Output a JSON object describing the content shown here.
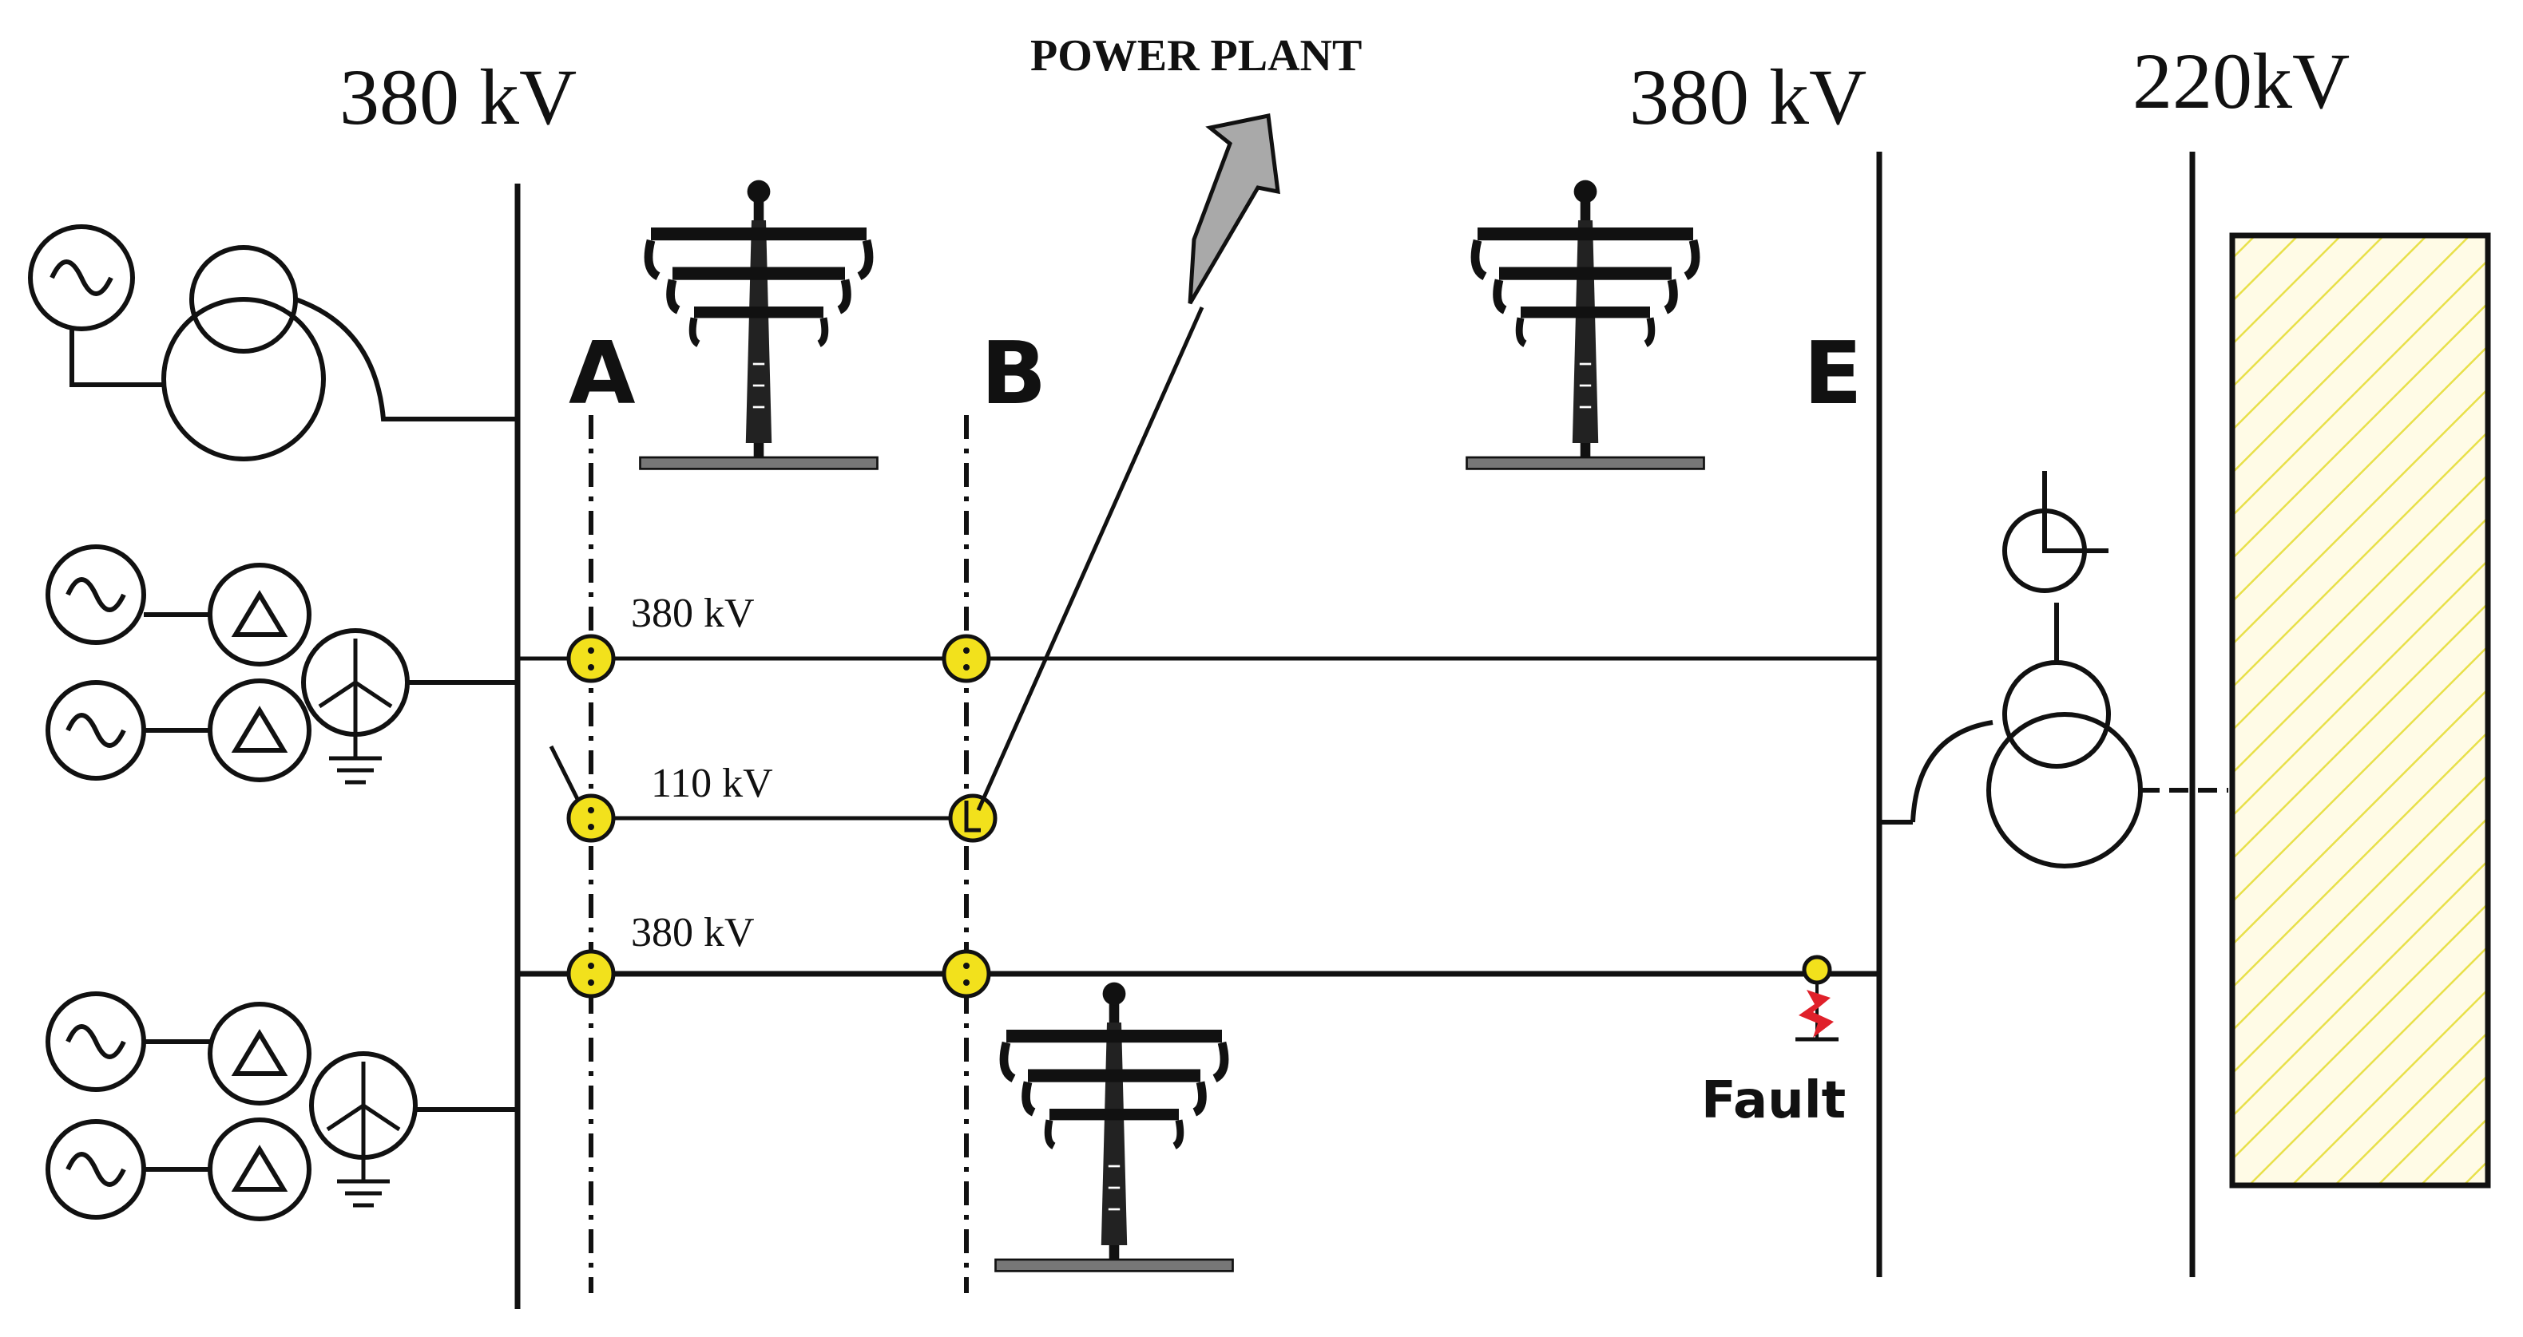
{
  "labels": {
    "bus_left_voltage": "380 kV",
    "bus_right_voltage": "380 kV",
    "bus_far_right_voltage": "220kV",
    "power_plant": "POWER PLANT",
    "section_a": "A",
    "section_b": "B",
    "section_e": "E",
    "line_top_voltage": "380 kV",
    "line_middle_voltage": "110 kV",
    "line_bottom_voltage": "380 kV",
    "fault": "Fault"
  },
  "colors": {
    "breaker_fill": "#f2e11c",
    "fault_symbol": "#e0202a",
    "hatch_lines": "#e8e04a",
    "arrow_fill": "#a9a9a9"
  }
}
